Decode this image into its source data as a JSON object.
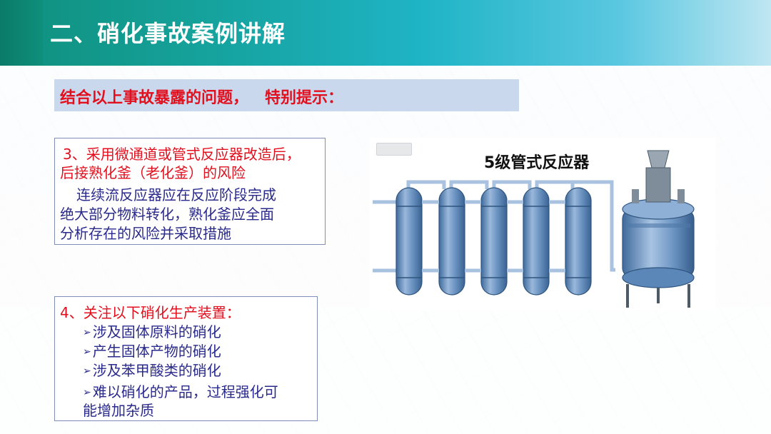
{
  "header": {
    "title": "二、硝化事故案例讲解"
  },
  "banner": {
    "text": "结合以上事故暴露的问题，   特别提示："
  },
  "box1": {
    "line1": "3、采用微通道或管式反应器改造后，",
    "line2": "后接熟化釜（老化釜）的风险",
    "line3": "连续流反应器应在反应阶段完成",
    "line4": "绝大部分物料转化，熟化釜应全面",
    "line5": "分析存在的风险并采取措施"
  },
  "box2": {
    "heading": "4、关注以下硝化生产装置：",
    "bullet_mark": "➢",
    "items": [
      "涉及固体原料的硝化",
      "产生固体产物的硝化",
      "涉及苯甲酸类的硝化",
      "难以硝化的产品，过程强化可"
    ],
    "item4_cont": "能增加杂质"
  },
  "figure": {
    "title": "5级管式反应器",
    "icon": "tubular-reactor-illustration",
    "colors": {
      "vessel": "#5b86b8",
      "vessel_light": "#9ab8da",
      "pipe": "#a8c2df"
    }
  },
  "colors": {
    "header_start": "#0f8f7c",
    "header_end": "#bfe6f2",
    "emphasis_red": "#e2101e",
    "body_blue": "#2a2a8c",
    "banner_bg": "#c9d8ec"
  }
}
